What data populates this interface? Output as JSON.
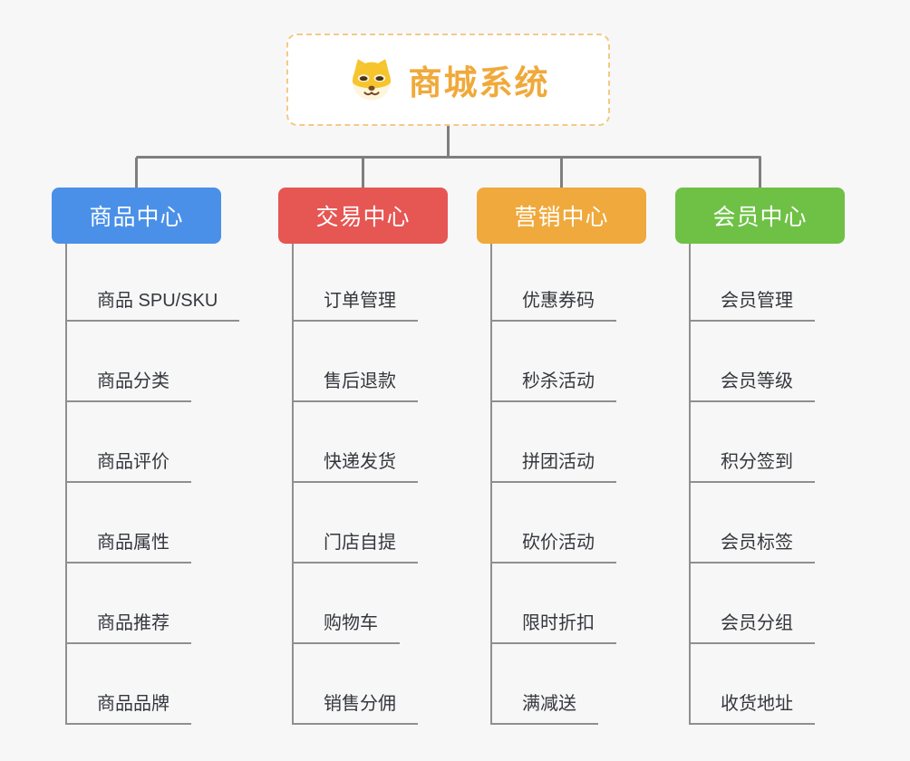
{
  "root": {
    "title": "商城系统",
    "icon": "dog-face-icon"
  },
  "branches": [
    {
      "label": "商品中心",
      "color": "#4a90e8",
      "children": [
        "商品 SPU/SKU",
        "商品分类",
        "商品评价",
        "商品属性",
        "商品推荐",
        "商品品牌"
      ]
    },
    {
      "label": "交易中心",
      "color": "#e65653",
      "children": [
        "订单管理",
        "售后退款",
        "快递发货",
        "门店自提",
        "购物车",
        "销售分佣"
      ]
    },
    {
      "label": "营销中心",
      "color": "#efa93c",
      "children": [
        "优惠券码",
        "秒杀活动",
        "拼团活动",
        "砍价活动",
        "限时折扣",
        "满减送"
      ]
    },
    {
      "label": "会员中心",
      "color": "#6ec145",
      "children": [
        "会员管理",
        "会员等级",
        "积分签到",
        "会员标签",
        "会员分组",
        "收货地址"
      ]
    }
  ],
  "colors": {
    "background": "#f7f7f7",
    "connector": "#7f7f7f",
    "child_line": "#8f8f8f",
    "child_text": "#34373c",
    "root_border": "#f3c988",
    "root_text": "#f0a93a"
  }
}
